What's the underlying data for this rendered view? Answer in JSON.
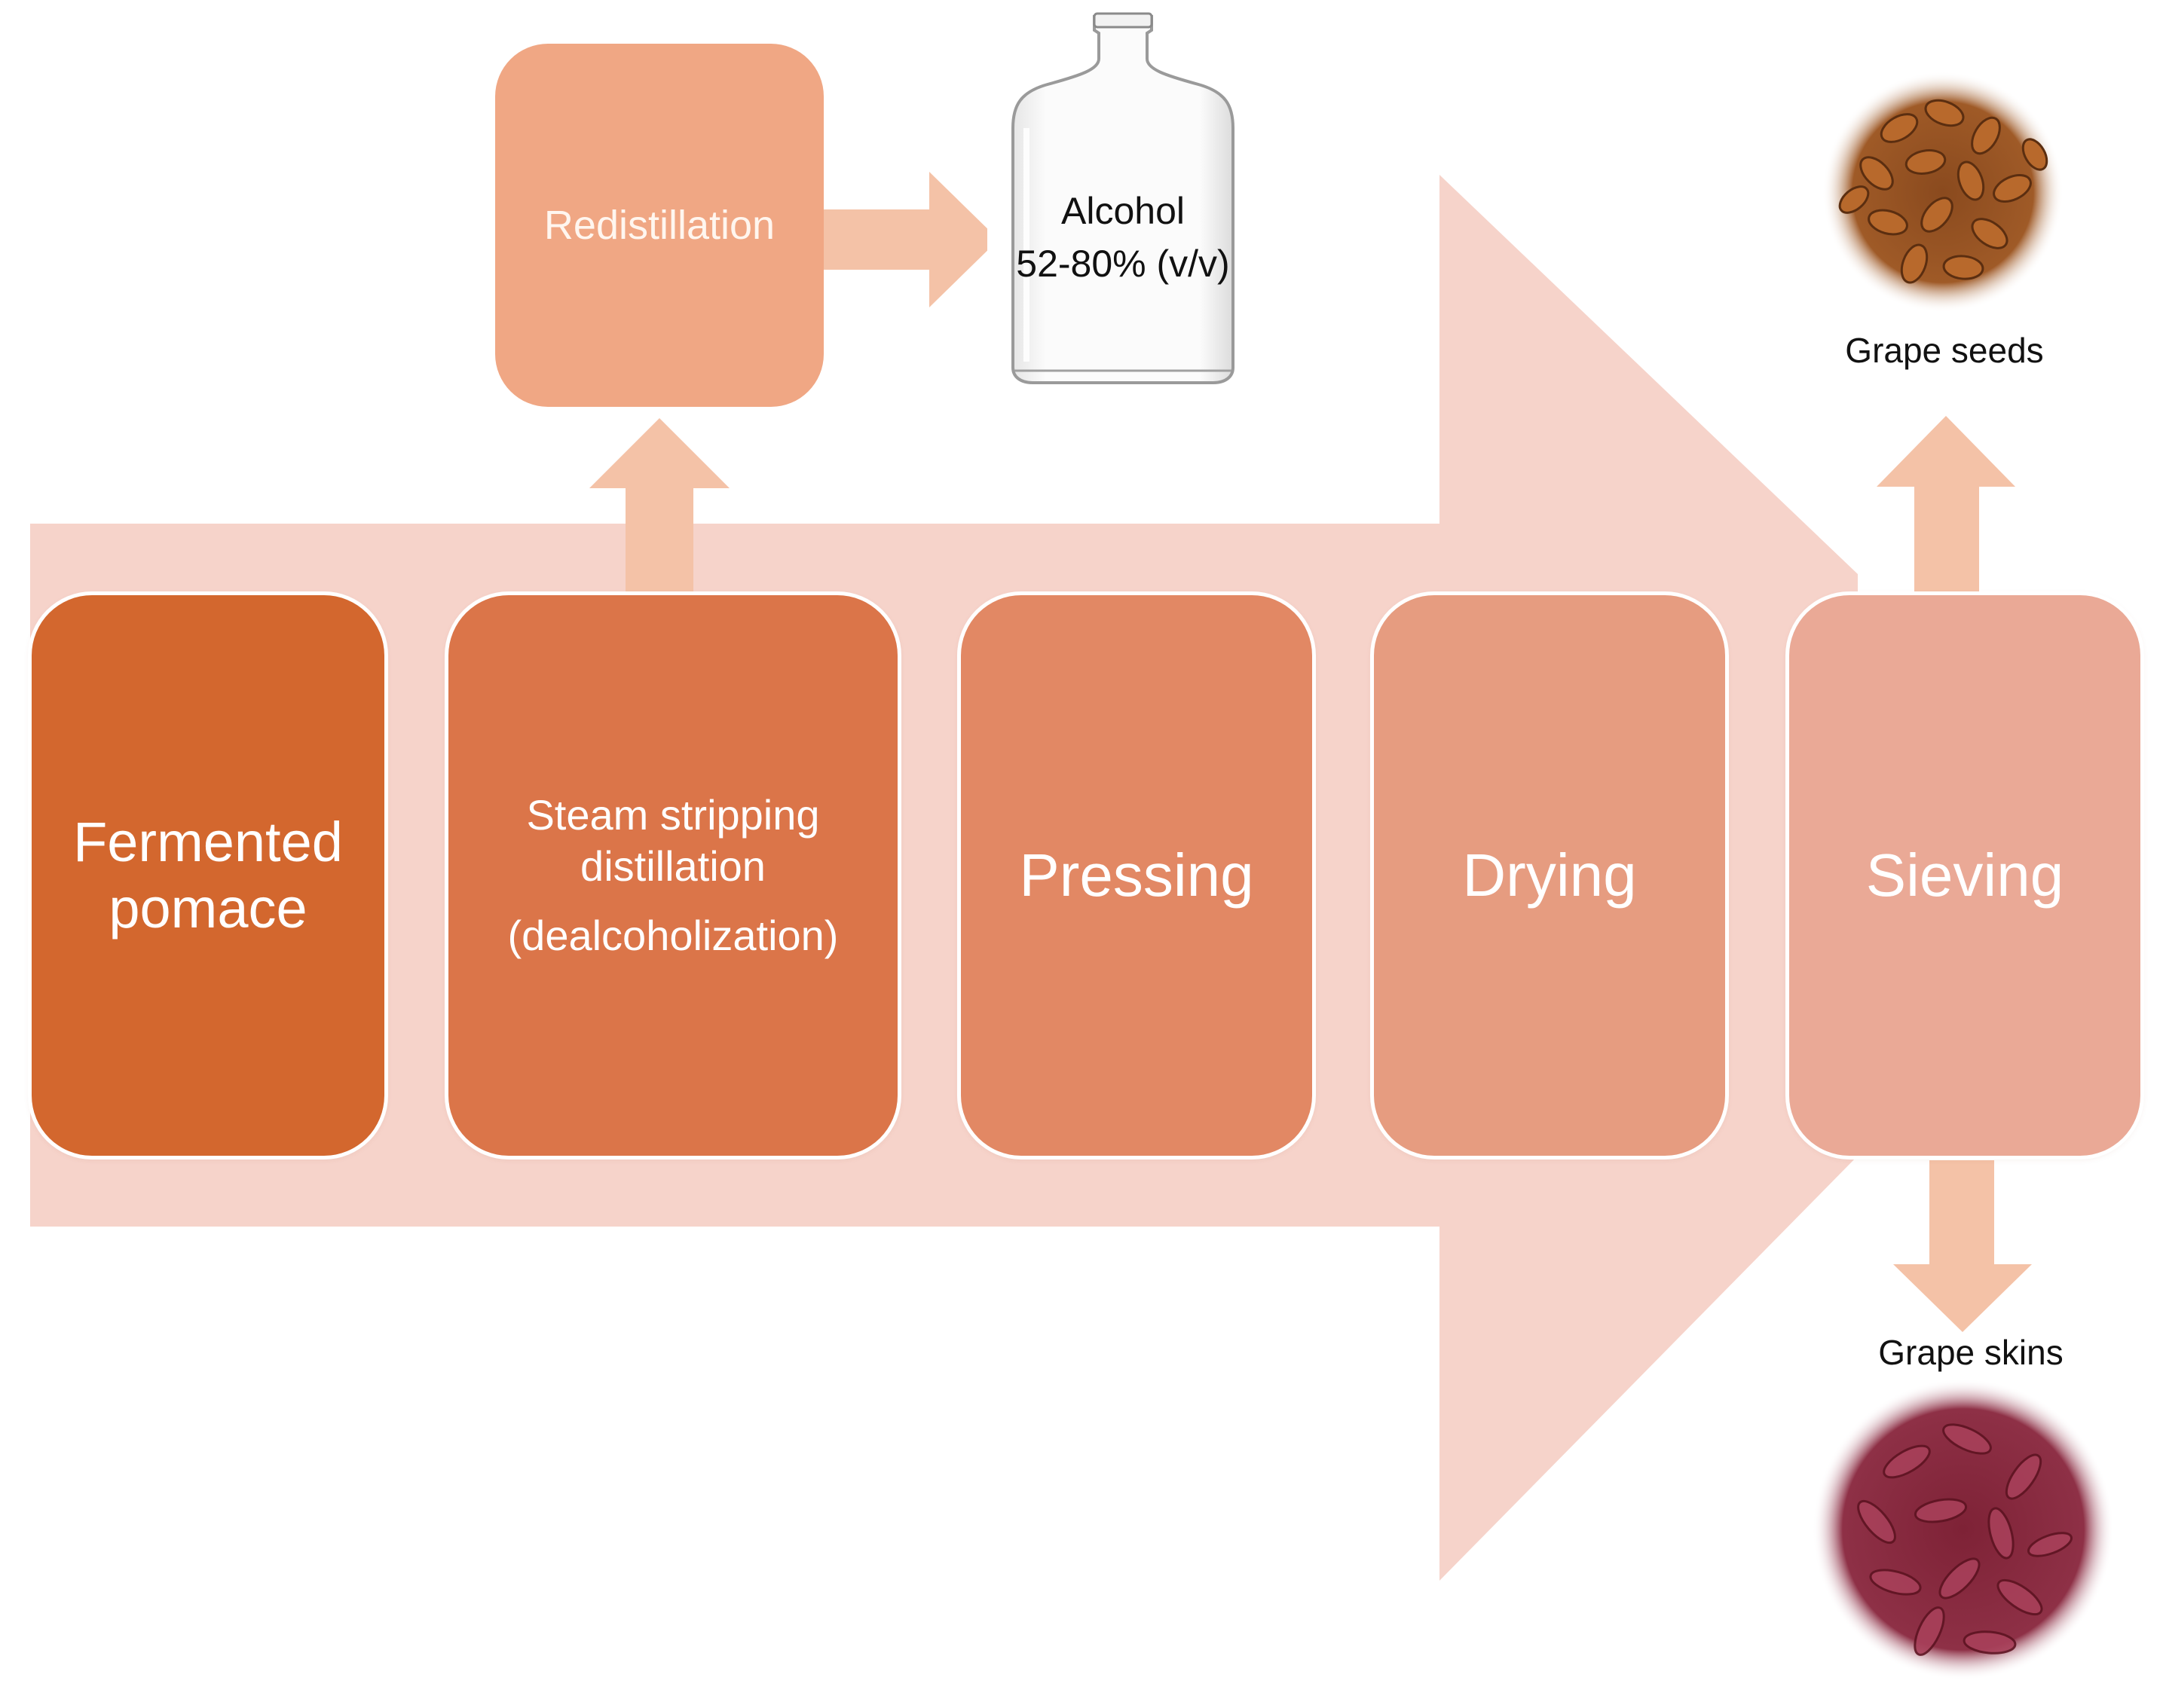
{
  "steps": [
    {
      "id": "fermented",
      "lines": [
        "Fermented",
        "pomace"
      ]
    },
    {
      "id": "steam",
      "lines": [
        "Steam stripping",
        "distillation",
        "(dealcoholization)"
      ]
    },
    {
      "id": "pressing",
      "lines": [
        "Pressing"
      ]
    },
    {
      "id": "drying",
      "lines": [
        "Drying"
      ]
    },
    {
      "id": "sieving",
      "lines": [
        "Sieving"
      ]
    }
  ],
  "redistillation": {
    "label": "Redistillation"
  },
  "alcohol": {
    "line1": "Alcohol",
    "line2": "52-80% (v/v)"
  },
  "products": {
    "seeds": "Grape seeds",
    "skins": "Grape skins"
  },
  "colors": {
    "big_arrow": "#f6d3ca",
    "small_arrow": "#f4c2a7",
    "step1": "#d3672e",
    "step2": "#db7549",
    "step3": "#e28864",
    "step4": "#e69c80",
    "step5": "#eaa996",
    "redistillation_box": "#f0a784",
    "seeds": "#9a5424",
    "skins": "#8e2a3c"
  },
  "icons": {
    "bottle": "bottle-icon",
    "seeds": "grape-seeds-image",
    "skins": "grape-skins-image"
  }
}
